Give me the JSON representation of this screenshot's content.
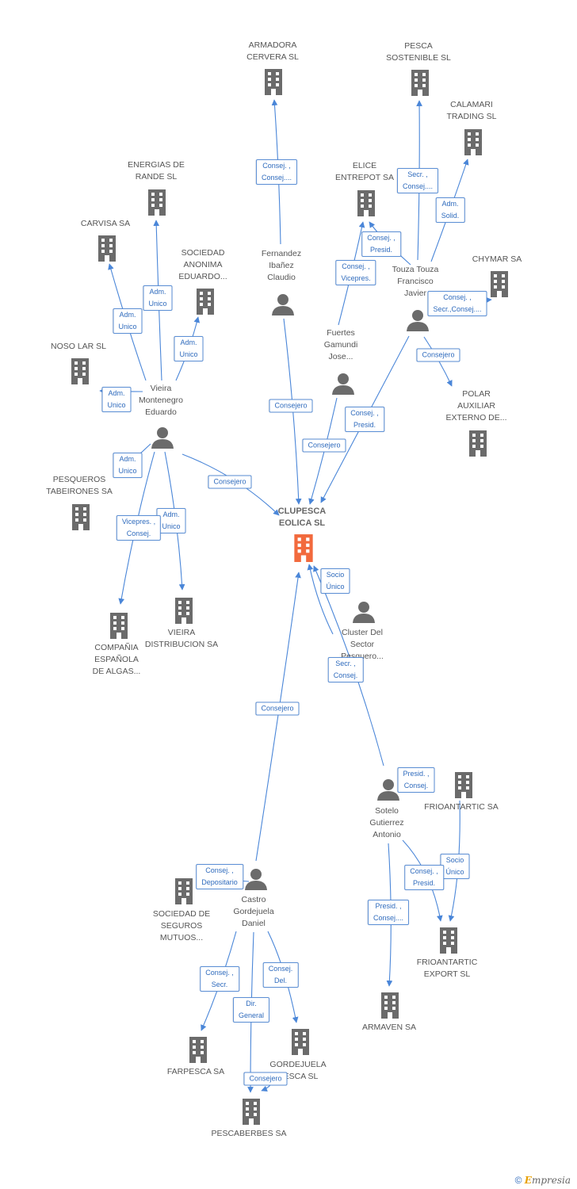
{
  "colors": {
    "accent": "#4a86d8",
    "company": "#6b6b6b",
    "main_company": "#f26a3d",
    "person": "#6b6b6b"
  },
  "nodes": {
    "armadora": [
      "ARMADORA",
      "CERVERA SL"
    ],
    "pesca_sostenible": [
      "PESCA",
      "SOSTENIBLE  SL"
    ],
    "calamari": [
      "CALAMARI",
      "TRADING  SL"
    ],
    "energias": [
      "ENERGIAS DE",
      "RANDE SL"
    ],
    "elice": [
      "ELICE",
      "ENTREPOT SA"
    ],
    "carvisa": [
      "CARVISA SA"
    ],
    "sociedad_anonima": [
      "SOCIEDAD",
      "ANONIMA",
      "EDUARDO..."
    ],
    "chymar": [
      "CHYMAR SA"
    ],
    "noso_lar": [
      "NOSO LAR SL"
    ],
    "fernandez": [
      "Fernandez",
      "Ibañez",
      "Claudio"
    ],
    "touza": [
      "Touza Touza",
      "Francisco",
      "Javier"
    ],
    "fuertes": [
      "Fuertes",
      "Gamundi",
      "Jose..."
    ],
    "vieira": [
      "Vieira",
      "Montenegro",
      "Eduardo"
    ],
    "polar": [
      "POLAR",
      "AUXILIAR",
      "EXTERNO DE..."
    ],
    "pesqueros": [
      "PESQUEROS",
      "TABEIRONES SA"
    ],
    "clupesca": [
      "CLUPESCA",
      "EOLICA SL"
    ],
    "compania": [
      "COMPAÑIA",
      "ESPAÑOLA",
      "DE ALGAS..."
    ],
    "vieira_dist": [
      "VIEIRA",
      "DISTRIBUCION SA"
    ],
    "cluster": [
      "Cluster Del",
      "Sector",
      "Pesquero..."
    ],
    "sotelo": [
      "Sotelo",
      "Gutierrez",
      "Antonio"
    ],
    "frioantartic": [
      "FRIOANTARTIC SA"
    ],
    "sociedad_seguros": [
      "SOCIEDAD DE",
      "SEGUROS",
      "MUTUOS..."
    ],
    "castro": [
      "Castro",
      "Gordejuela",
      "Daniel"
    ],
    "frio_export": [
      "FRIOANTARTIC",
      "EXPORT SL"
    ],
    "armaven": [
      "ARMAVEN SA"
    ],
    "farpesca": [
      "FARPESCA SA"
    ],
    "gordejuela": [
      "GORDEJUELA",
      "PESCA SL"
    ],
    "pescaberbes": [
      "PESCABERBES SA"
    ]
  },
  "badges": {
    "b1": [
      "Consej. ,",
      "Consej...."
    ],
    "b2": [
      "Secr. ,",
      "Consej...."
    ],
    "b3": [
      "Adm.",
      "Solid."
    ],
    "b4": [
      "Consej. ,",
      "Presid."
    ],
    "b5": [
      "Consej. ,",
      "Vicepres."
    ],
    "b6": [
      "Consej. ,",
      "Secr.,Consej...."
    ],
    "b7": [
      "Adm.",
      "Unico"
    ],
    "b8": [
      "Adm.",
      "Unico"
    ],
    "b9": [
      "Adm.",
      "Unico"
    ],
    "b10": [
      "Adm.",
      "Unico"
    ],
    "b11": [
      "Consejero"
    ],
    "b12": [
      "Consej. ,",
      "Presid."
    ],
    "b13": [
      "Consejero"
    ],
    "b14": [
      "Consejero"
    ],
    "b15": [
      "Adm.",
      "Unico"
    ],
    "b16": [
      "Adm.",
      "Unico"
    ],
    "b17": [
      "Vicepres. ,",
      "Consej."
    ],
    "b18": [
      "Consejero"
    ],
    "b19": [
      "Socio",
      "Único"
    ],
    "b20": [
      "Secr. ,",
      "Consej."
    ],
    "b21": [
      "Consejero"
    ],
    "b22": [
      "Presid. ,",
      "Consej."
    ],
    "b23": [
      "Consej. ,",
      "Depositario"
    ],
    "b24": [
      "Socio",
      "Único"
    ],
    "b25": [
      "Consej. ,",
      "Presid."
    ],
    "b26": [
      "Presid. ,",
      "Consej...."
    ],
    "b27": [
      "Consej. ,",
      "Secr."
    ],
    "b28": [
      "Consej.",
      "Del."
    ],
    "b29": [
      "Dir.",
      "General"
    ],
    "b30": [
      "Consejero"
    ]
  },
  "copyright": {
    "symbol": "©",
    "brand_initial": "E",
    "brand_rest": "mpresia"
  }
}
